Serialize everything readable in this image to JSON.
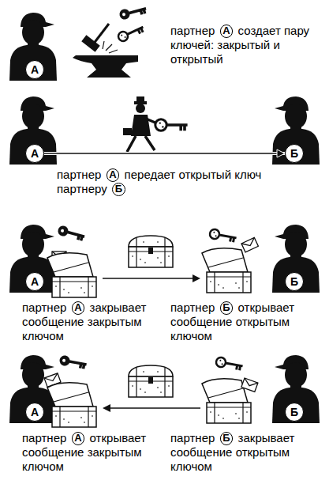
{
  "diagram": {
    "nodes": [
      {
        "text": [
          "А"
        ]
      },
      {
        "text": [
          "А"
        ]
      },
      {
        "text": [
          "Б"
        ]
      },
      {
        "text": [
          "А"
        ]
      },
      {
        "text": [
          "Б"
        ]
      },
      {
        "text": [
          "А"
        ]
      },
      {
        "text": [
          "Б"
        ]
      }
    ],
    "edges": [
      {
        "from": 1,
        "to": 2,
        "arrow": "to"
      }
    ],
    "labels": [
      "партнер",
      "А",
      "создает пару ключей: закрытый и открытый",
      "партнер",
      "А",
      "передает открытый ключ партнеру",
      "Б",
      "партнер",
      "А",
      "закрывает сообщение закрытым ключом",
      "партнер",
      "Б",
      "открывает сообщение открытым ключом",
      "партнер",
      "А",
      "открывает сообщение закрытым ключом",
      "партнер",
      "Б",
      "закрывает сообщение открытым ключом"
    ]
  }
}
